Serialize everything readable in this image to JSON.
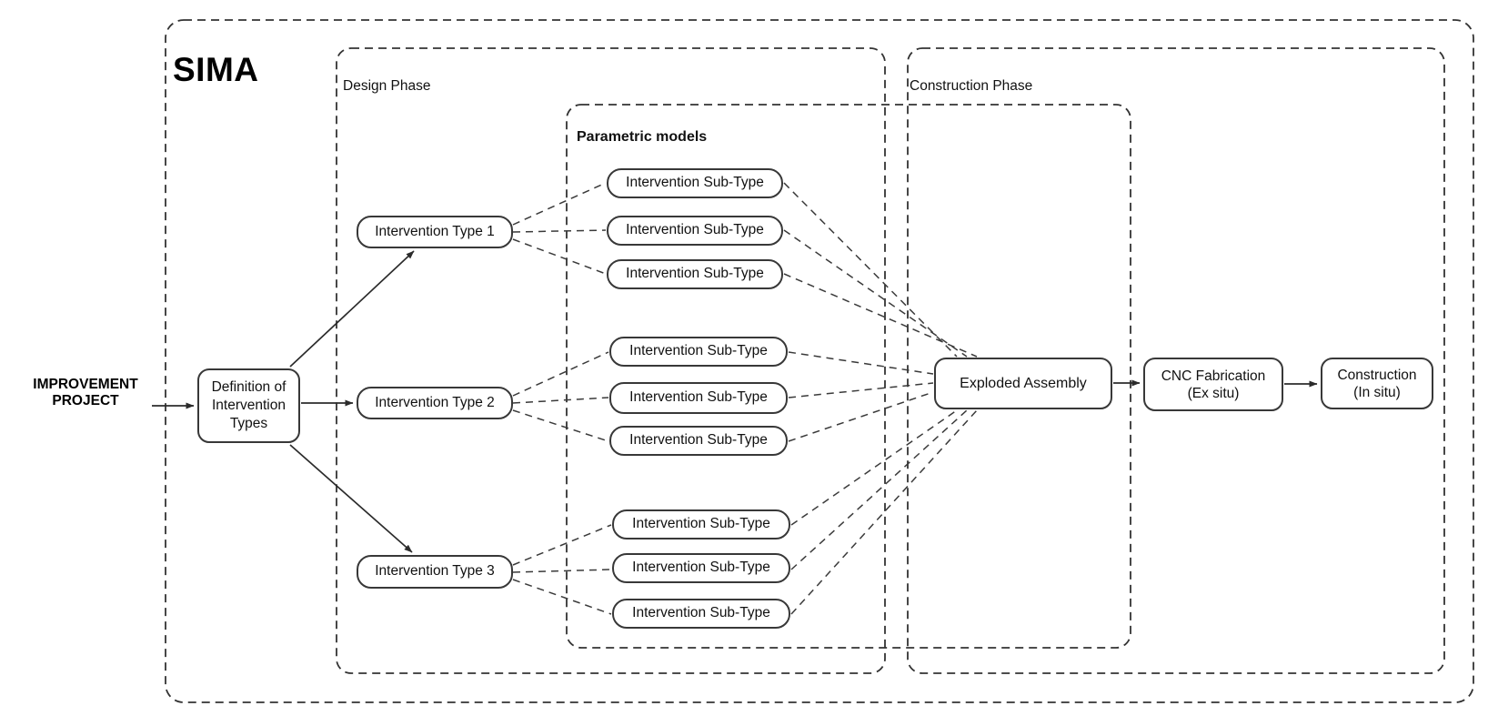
{
  "title": "SIMA",
  "input": {
    "line1": "IMPROVEMENT",
    "line2": "PROJECT"
  },
  "design_phase": {
    "label": "Design Phase",
    "definition": {
      "line1": "Definition of",
      "line2": "Intervention",
      "line3": "Types"
    },
    "types": [
      "Intervention Type 1",
      "Intervention Type 2",
      "Intervention Type 3"
    ]
  },
  "parametric": {
    "label": "Parametric models",
    "sub_type_label": "Intervention Sub-Type"
  },
  "construction_phase": {
    "label": "Construction Phase",
    "exploded": "Exploded Assembly",
    "cnc": {
      "line1": "CNC Fabrication",
      "line2": "(Ex situ)"
    },
    "construction": {
      "line1": "Construction",
      "line2": "(In situ)"
    }
  },
  "colors": {
    "background": "#ffffff",
    "line": "#333333",
    "text": "#111111"
  }
}
